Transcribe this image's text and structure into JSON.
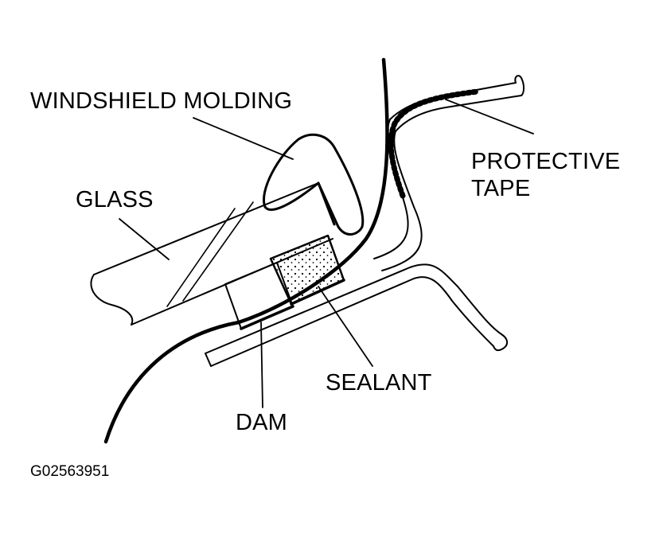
{
  "labels": {
    "windshield_molding": "WINDSHIELD MOLDING",
    "glass": "GLASS",
    "protective_tape_line1": "PROTECTIVE",
    "protective_tape_line2": "TAPE",
    "sealant": "SEALANT",
    "dam": "DAM"
  },
  "figure_id": "G02563951",
  "colors": {
    "line": "#000000",
    "background": "#ffffff"
  }
}
